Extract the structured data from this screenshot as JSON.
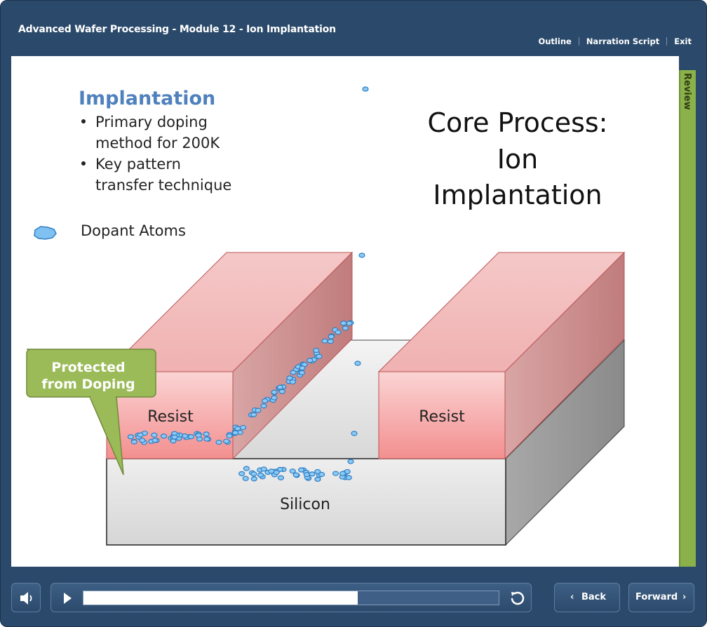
{
  "window": {
    "title": "Advanced Wafer Processing - Module 12 - Ion Implantation",
    "links": [
      "Outline",
      "Narration Script",
      "Exit"
    ]
  },
  "slide": {
    "heading": "Implantation",
    "bullets": [
      [
        "Primary doping",
        "method for 200K"
      ],
      [
        "Key pattern",
        "transfer technique"
      ]
    ],
    "legend_label": "Dopant Atoms",
    "core_title_lines": [
      "Core Process:",
      "Ion",
      "Implantation"
    ],
    "callout_lines": [
      "Protected",
      "from Doping"
    ],
    "resist_left_label": "Resist",
    "resist_right_label": "Resist",
    "silicon_label": "Silicon"
  },
  "review_tab": {
    "label": "Review"
  },
  "controls": {
    "back_label": "Back",
    "forward_label": "Forward",
    "progress_fraction": 0.66
  },
  "colors": {
    "frame": "#2b4a6b",
    "heading": "#4f81bd",
    "callout": "#9bbb59",
    "resist_face": "#f7a6a6",
    "silicon_face": "#e4e4e4",
    "dopant": "#4a9ee0",
    "review_tab": "#8ab14a"
  },
  "icons": {
    "volume": "speaker-icon",
    "play": "play-icon",
    "replay": "replay-icon",
    "back": "chevron-left-icon",
    "forward": "chevron-right-icon"
  }
}
